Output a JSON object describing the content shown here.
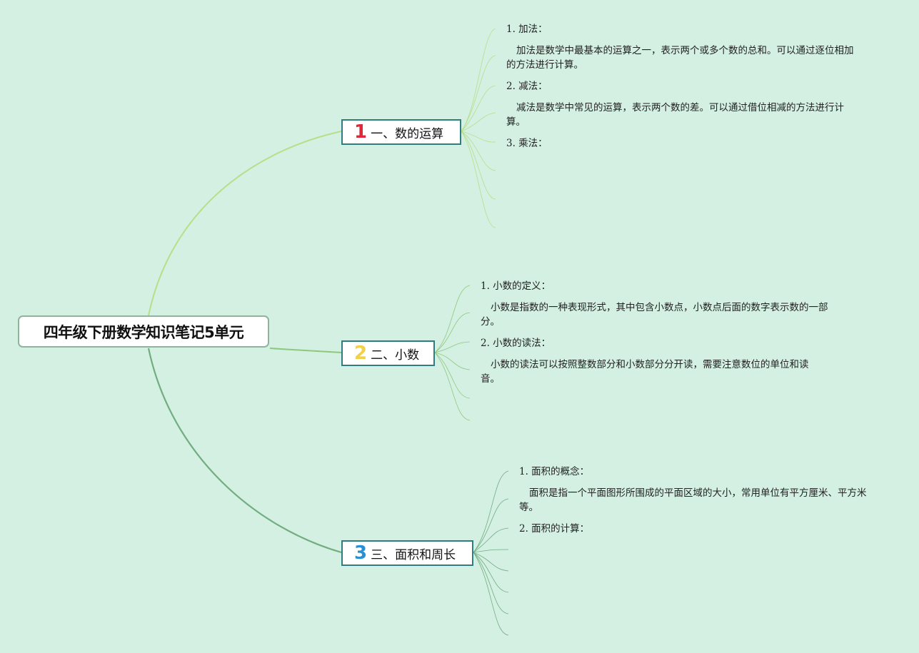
{
  "root": {
    "title": "四年级下册数学知识笔记5单元"
  },
  "branches": [
    {
      "number": "1",
      "label": "一、数的运算",
      "number_color": "#e0283c",
      "items": [
        {
          "heading": "1. 加法：",
          "text": "加法是数学中最基本的运算之一，表示两个或多个数的总和。可以通过逐位相加的方法进行计算。"
        },
        {
          "heading": "2. 减法：",
          "text": "减法是数学中常见的运算，表示两个数的差。可以通过借位相减的方法进行计算。"
        },
        {
          "heading": "3. 乘法：",
          "text": ""
        }
      ]
    },
    {
      "number": "2",
      "label": "二、小数",
      "number_color": "#f2d04a",
      "items": [
        {
          "heading": "1. 小数的定义：",
          "text": "小数是指数的一种表现形式，其中包含小数点，小数点后面的数字表示数的一部分。"
        },
        {
          "heading": "2. 小数的读法：",
          "text": "小数的读法可以按照整数部分和小数部分分开读，需要注意数位的单位和读音。"
        }
      ]
    },
    {
      "number": "3",
      "label": "三、面积和周长",
      "number_color": "#2a8fd4",
      "items": [
        {
          "heading": "1. 面积的概念：",
          "text": "面积是指一个平面图形所围成的平面区域的大小，常用单位有平方厘米、平方米等。"
        },
        {
          "heading": "2. 面积的计算：",
          "text": ""
        }
      ]
    }
  ],
  "colors": {
    "background": "#d3f0e2",
    "branch1_line": "#b5e08a",
    "branch2_line": "#8cc97a",
    "branch3_line": "#72ad80",
    "branch_border": "#2e7d80"
  }
}
